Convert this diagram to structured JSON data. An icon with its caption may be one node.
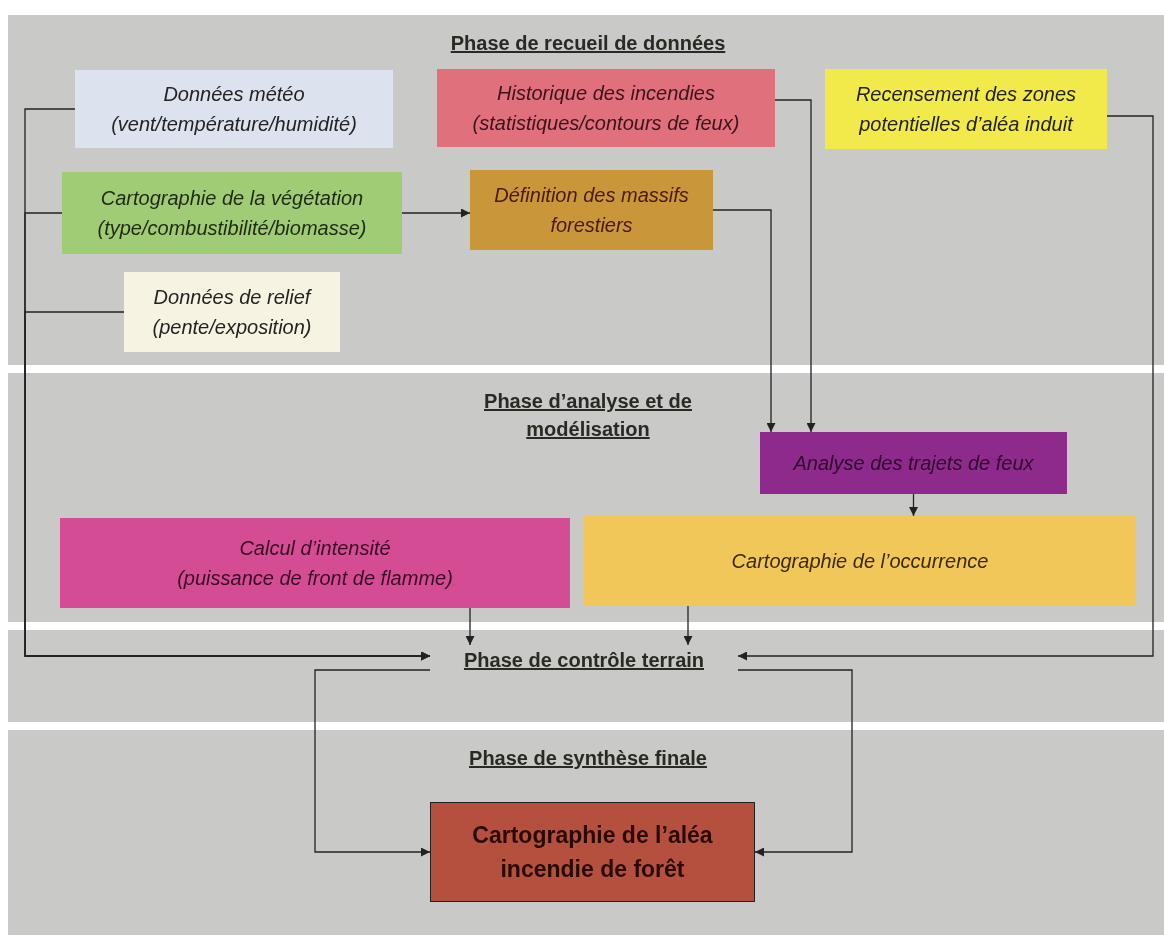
{
  "diagram": {
    "nodes": [
      {
        "text": [
          "Phase de recueil de données"
        ]
      },
      {
        "text": [
          "Données météo",
          "(vent/température/humidité)"
        ],
        "in": 0
      },
      {
        "text": [
          "Historique des incendies",
          "(statistiques/contours de feux)"
        ],
        "in": 0
      },
      {
        "text": [
          "Recensement des zones potentielles d’aléa induit"
        ],
        "in": 0
      },
      {
        "text": [
          "Cartographie de la végétation",
          "(type/combustibilité/biomasse)"
        ],
        "in": 0
      },
      {
        "text": [
          "Définition des massifs forestiers"
        ],
        "in": 0
      },
      {
        "text": [
          "Données de relief",
          "(pente/exposition)"
        ],
        "in": 0
      },
      {
        "text": [
          "Phase d’analyse et de modélisation"
        ]
      },
      {
        "text": [
          "Analyse des trajets de feux"
        ],
        "in": 7
      },
      {
        "text": [
          "Calcul d’intensité",
          "(puissance de front de flamme)"
        ],
        "in": 7
      },
      {
        "text": [
          "Cartographie de l’occurrence"
        ],
        "in": 7
      },
      {
        "text": [],
        "shape": "band"
      },
      {
        "text": [
          "Phase de contrôle terrain"
        ],
        "in": 11
      },
      {
        "text": [
          "Phase de synthèse finale"
        ]
      },
      {
        "text": [
          "Cartographie de l’aléa incendie de forêt"
        ],
        "in": 13
      }
    ],
    "edges": [
      {
        "from": 1,
        "to": 12,
        "arrow": "to"
      },
      {
        "from": 4,
        "to": 12,
        "arrow": "to"
      },
      {
        "from": 6,
        "to": 12,
        "arrow": "to"
      },
      {
        "from": 4,
        "to": 5,
        "arrow": "to"
      },
      {
        "from": 5,
        "to": 8,
        "arrow": "to"
      },
      {
        "from": 2,
        "to": 8,
        "arrow": "to"
      },
      {
        "from": 3,
        "to": 12,
        "arrow": "to"
      },
      {
        "from": 8,
        "to": 10,
        "arrow": "to"
      },
      {
        "from": 9,
        "to": 12,
        "arrow": "to"
      },
      {
        "from": 10,
        "to": 12,
        "arrow": "to"
      },
      {
        "from": 12,
        "to": 14,
        "arrow": "to"
      },
      {
        "from": 12,
        "to": 14,
        "arrow": "to"
      }
    ]
  }
}
